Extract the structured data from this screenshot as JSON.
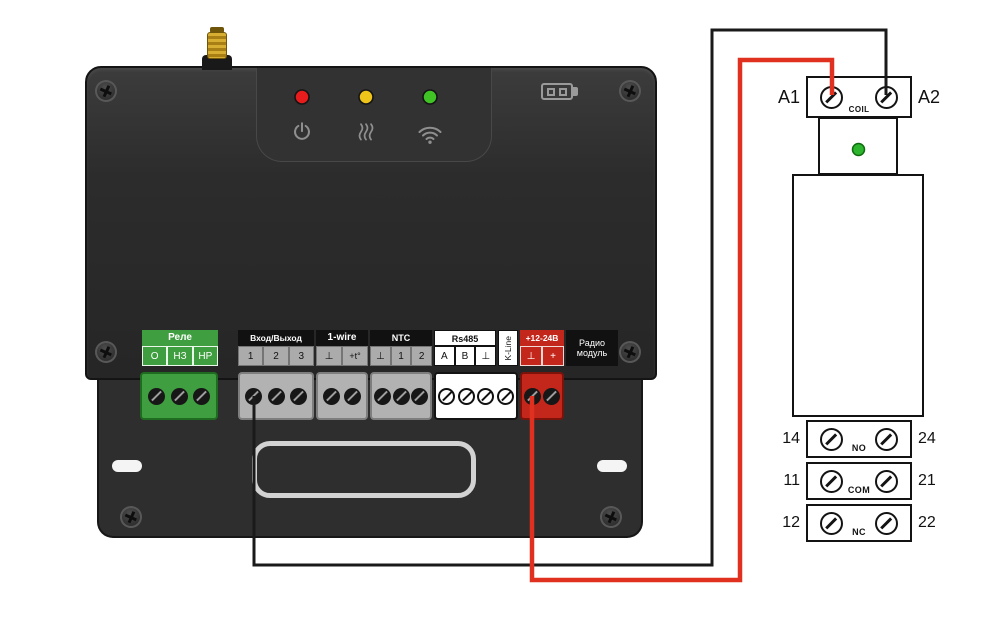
{
  "wires": {
    "signal_color": "#1a1a1a",
    "power_color": "#e0301f"
  },
  "controller": {
    "leds": {
      "power": "#e81c1c",
      "heat": "#edc419",
      "wifi": "#3fc325"
    },
    "strip": {
      "relay": {
        "title": "Реле",
        "cells": [
          "О",
          "НЗ",
          "НР"
        ],
        "color": "#3f9e3f"
      },
      "io": {
        "title": "Вход/Выход",
        "cells": [
          "1",
          "2",
          "3"
        ]
      },
      "onewire": {
        "title": "1-wire",
        "cells": [
          "⊥",
          "+t°"
        ]
      },
      "ntc": {
        "title": "NTC",
        "cells": [
          "⊥",
          "1",
          "2"
        ]
      },
      "rs485": {
        "title": "Rs485",
        "cells": [
          "A",
          "B",
          "⊥"
        ]
      },
      "kline": {
        "title": "K-Line"
      },
      "power": {
        "title": "+12-24В",
        "cells": [
          "⊥",
          "+"
        ],
        "color": "#c3271c"
      },
      "radio": {
        "line1": "Радио",
        "line2": "модуль"
      }
    }
  },
  "relay": {
    "led_color": "#2eb52e",
    "coil": {
      "left_pin": "A1",
      "right_pin": "A2",
      "label": "COIL"
    },
    "rows": [
      {
        "left": "14",
        "label": "NO",
        "right": "24"
      },
      {
        "left": "11",
        "label": "COM",
        "right": "21"
      },
      {
        "left": "12",
        "label": "NC",
        "right": "22"
      }
    ]
  }
}
